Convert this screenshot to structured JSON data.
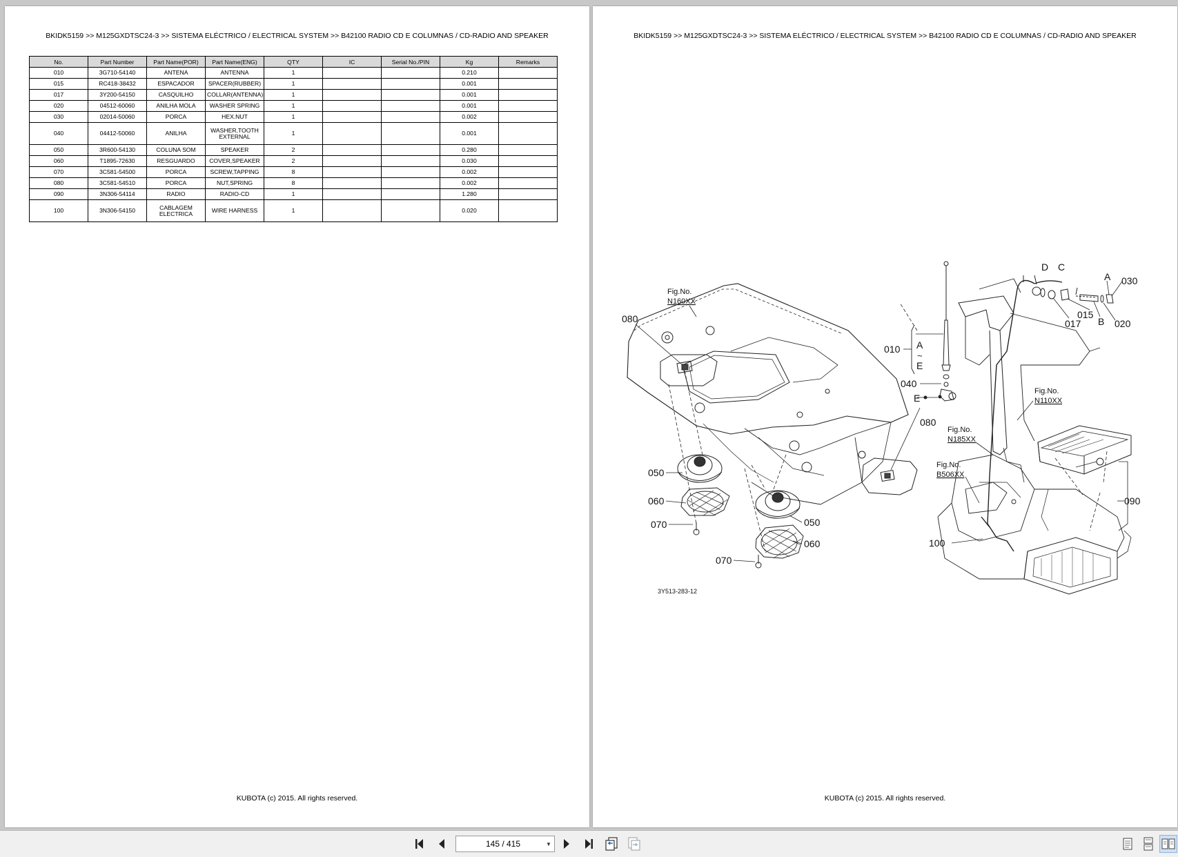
{
  "header": {
    "breadcrumb": "BKIDK5159 >> M125GXDTSC24-3 >> SISTEMA ELÉCTRICO / ELECTRICAL SYSTEM >> B42100   RADIO CD E COLUMNAS / CD-RADIO AND SPEAKER"
  },
  "table": {
    "columns": [
      "No.",
      "Part Number",
      "Part Name(POR)",
      "Part Name(ENG)",
      "QTY",
      "IC",
      "Serial No./PIN",
      "Kg",
      "Remarks"
    ],
    "rows": [
      {
        "no": "010",
        "part_number": "3G710-54140",
        "name_por": "ANTENA",
        "name_eng": "ANTENNA",
        "qty": "1",
        "ic": "",
        "serial": "",
        "kg": "0.210",
        "remarks": ""
      },
      {
        "no": "015",
        "part_number": "RC418-38432",
        "name_por": "ESPACADOR",
        "name_eng": "SPACER(RUBBER)",
        "qty": "1",
        "ic": "",
        "serial": "",
        "kg": "0.001",
        "remarks": ""
      },
      {
        "no": "017",
        "part_number": "3Y200-54150",
        "name_por": "CASQUILHO",
        "name_eng": "COLLAR(ANTENNA)",
        "qty": "1",
        "ic": "",
        "serial": "",
        "kg": "0.001",
        "remarks": ""
      },
      {
        "no": "020",
        "part_number": "04512-60060",
        "name_por": "ANILHA MOLA",
        "name_eng": "WASHER SPRING",
        "qty": "1",
        "ic": "",
        "serial": "",
        "kg": "0.001",
        "remarks": ""
      },
      {
        "no": "030",
        "part_number": "02014-50060",
        "name_por": "PORCA",
        "name_eng": "HEX.NUT",
        "qty": "1",
        "ic": "",
        "serial": "",
        "kg": "0.002",
        "remarks": ""
      },
      {
        "no": "040",
        "part_number": "04412-50060",
        "name_por": "ANILHA",
        "name_eng": "WASHER,TOOTH EXTERNAL",
        "qty": "1",
        "ic": "",
        "serial": "",
        "kg": "0.001",
        "remarks": ""
      },
      {
        "no": "050",
        "part_number": "3R600-54130",
        "name_por": "COLUNA SOM",
        "name_eng": "SPEAKER",
        "qty": "2",
        "ic": "",
        "serial": "",
        "kg": "0.280",
        "remarks": ""
      },
      {
        "no": "060",
        "part_number": "T1895-72630",
        "name_por": "RESGUARDO",
        "name_eng": "COVER,SPEAKER",
        "qty": "2",
        "ic": "",
        "serial": "",
        "kg": "0.030",
        "remarks": ""
      },
      {
        "no": "070",
        "part_number": "3C581-54500",
        "name_por": "PORCA",
        "name_eng": "SCREW,TAPPING",
        "qty": "8",
        "ic": "",
        "serial": "",
        "kg": "0.002",
        "remarks": ""
      },
      {
        "no": "080",
        "part_number": "3C581-54510",
        "name_por": "PORCA",
        "name_eng": "NUT,SPRING",
        "qty": "8",
        "ic": "",
        "serial": "",
        "kg": "0.002",
        "remarks": ""
      },
      {
        "no": "090",
        "part_number": "3N306-54114",
        "name_por": "RADIO",
        "name_eng": "RADIO-CD",
        "qty": "1",
        "ic": "",
        "serial": "",
        "kg": "1.280",
        "remarks": ""
      },
      {
        "no": "100",
        "part_number": "3N306-54150",
        "name_por": "CABLAGEM ELECTRICA",
        "name_eng": "WIRE HARNESS",
        "qty": "1",
        "ic": "",
        "serial": "",
        "kg": "0.020",
        "remarks": ""
      }
    ]
  },
  "diagram": {
    "callouts": [
      "080",
      "050",
      "060",
      "070",
      "050",
      "060",
      "070",
      "010",
      "040",
      "030",
      "015",
      "017",
      "020",
      "090",
      "100",
      "080"
    ],
    "letters": [
      "A",
      "B",
      "C",
      "D",
      "E",
      "A",
      "E"
    ],
    "fig_refs": [
      "Fig.No.",
      "N160XX",
      "Fig.No.",
      "N110XX",
      "Fig.No.",
      "N185XX",
      "Fig.No.",
      "B506XX"
    ],
    "drawing_code": "3Y513-283-12"
  },
  "footer": {
    "copyright": "KUBOTA (c) 2015. All rights reserved."
  },
  "toolbar": {
    "page_indicator": "145 / 415"
  }
}
